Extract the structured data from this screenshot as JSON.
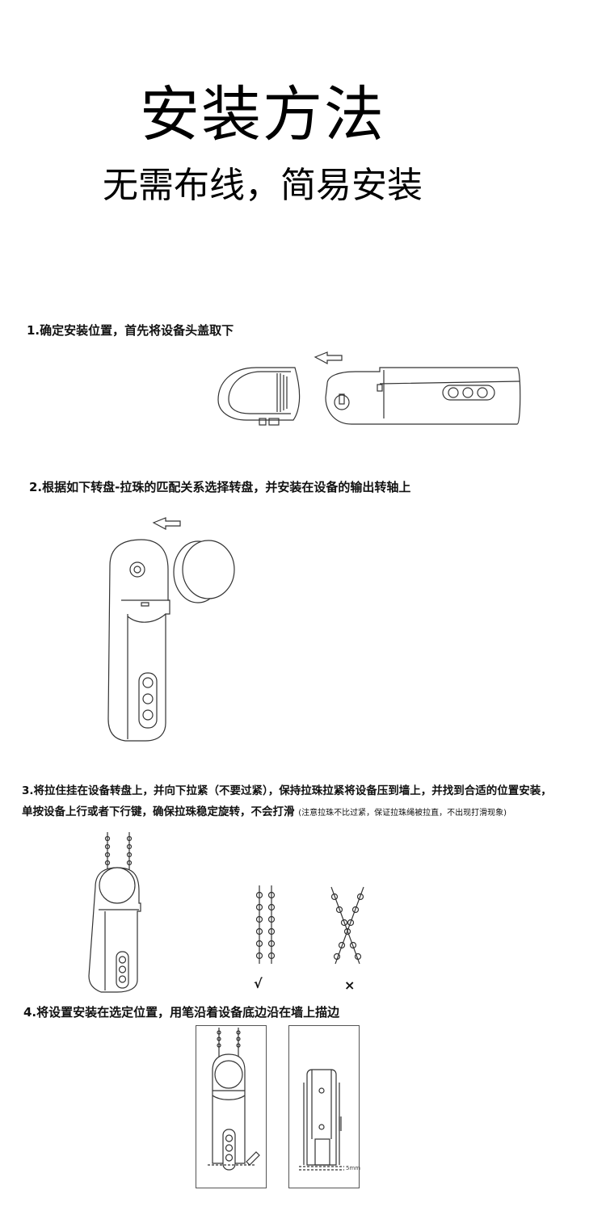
{
  "header": {
    "title": "安装方法",
    "subtitle": "无需布线，简易安装"
  },
  "steps": [
    {
      "number": "1",
      "text": "1.确定安装位置，首先将设备头盖取下"
    },
    {
      "number": "2",
      "text": "2.根据如下转盘-拉珠的匹配关系选择转盘，并安装在设备的输出转轴上"
    },
    {
      "number": "3",
      "line1": "3.将拉住挂在设备转盘上，并向下拉紧（不要过紧），保持拉珠拉紧将设备压到墙上，并找到合适的位置安装，",
      "line2": "单按设备上行或者下行键，确保拉珠稳定旋转，不会打滑",
      "note": "(注意拉珠不比过紧，保证拉珠绳被拉直，不出现打滑现象)"
    },
    {
      "number": "4",
      "text": "4.将设置安装在选定位置，用笔沿着设备底边沿在墙上描边"
    }
  ],
  "figures": {
    "correct_mark": "√",
    "wrong_mark": "×",
    "measure_label": "5mm"
  }
}
